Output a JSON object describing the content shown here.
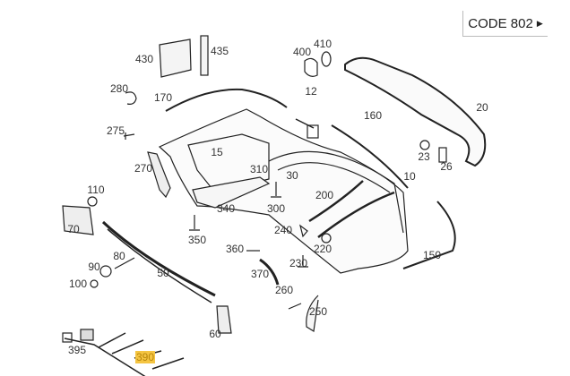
{
  "code_button": {
    "label": "CODE 802",
    "icon": "play-arrow-icon"
  },
  "highlight_color": "#f5c542",
  "parts": {
    "p430": "430",
    "p435": "435",
    "p400": "400",
    "p410": "410",
    "p280": "280",
    "p170": "170",
    "p12": "12",
    "p160": "160",
    "p20": "20",
    "p275": "275",
    "p15": "15",
    "p23": "23",
    "p26": "26",
    "p270": "270",
    "p310": "310",
    "p30": "30",
    "p10": "10",
    "p110": "110",
    "p200": "200",
    "p340": "340",
    "p300": "300",
    "p70": "70",
    "p240": "240",
    "p350": "350",
    "p220": "220",
    "p360": "360",
    "p150": "150",
    "p80": "80",
    "p230": "230",
    "p90": "90",
    "p370": "370",
    "p50": "50",
    "p100": "100",
    "p260": "260",
    "p250": "250",
    "p60": "60",
    "p395": "395",
    "p390": "390"
  },
  "selected_part": "390"
}
